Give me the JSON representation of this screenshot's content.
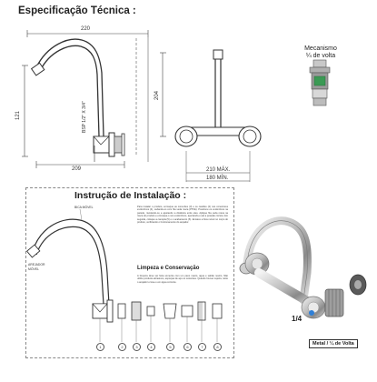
{
  "spec": {
    "title": "Especificação Técnica :",
    "dims": {
      "width_top": "220",
      "height_left": "121",
      "thread": "BSP 1/2\" X 3/4\"",
      "width_bottom": "209",
      "height_right": "204",
      "max": "210 MÁX.",
      "min": "180 MÍN."
    },
    "mechanism": {
      "line1": "Mecanismo",
      "line2": "¼ de volta"
    }
  },
  "install": {
    "title": "Instrução de Instalação :",
    "callout_top": "BICA MÓVEL",
    "callout_left_1": "AREJADOR",
    "callout_left_2": "MÓVEL",
    "text_1": "Para instalar o produto, enrosque as conexões (3) e os castões (2) nos conectores excêntricos (4), vedando-os com fita veda rosca (PTFE). Posicione os excêntricos na parede, nivelando-os e ajustando a distância entre eles. Aplique fita veda rosca na rosca do produto e enrosque-o nos excêntricos, apertando-o até a posição correta. Em seguida, coloque a canopla (5) e o acabamento (6). Encaixe a bica móvel no corpo do produto, verificando o funcionamento do arejador.",
    "maintenance_title": "Limpeza e Conservação",
    "text_2": "A limpeza deve ser feita somente com um pano macio, água e sabão neutro. Não utilize produtos abrasivos, esponjas de aço ou solventes. Quando houver sujeira, retire o arejador e lave-o em água corrente.",
    "part_numbers": [
      "1",
      "2",
      "3",
      "4",
      "5",
      "6",
      "7",
      "8"
    ],
    "badge": "Metal / ¼ de Volta",
    "quarter": "1/4"
  }
}
